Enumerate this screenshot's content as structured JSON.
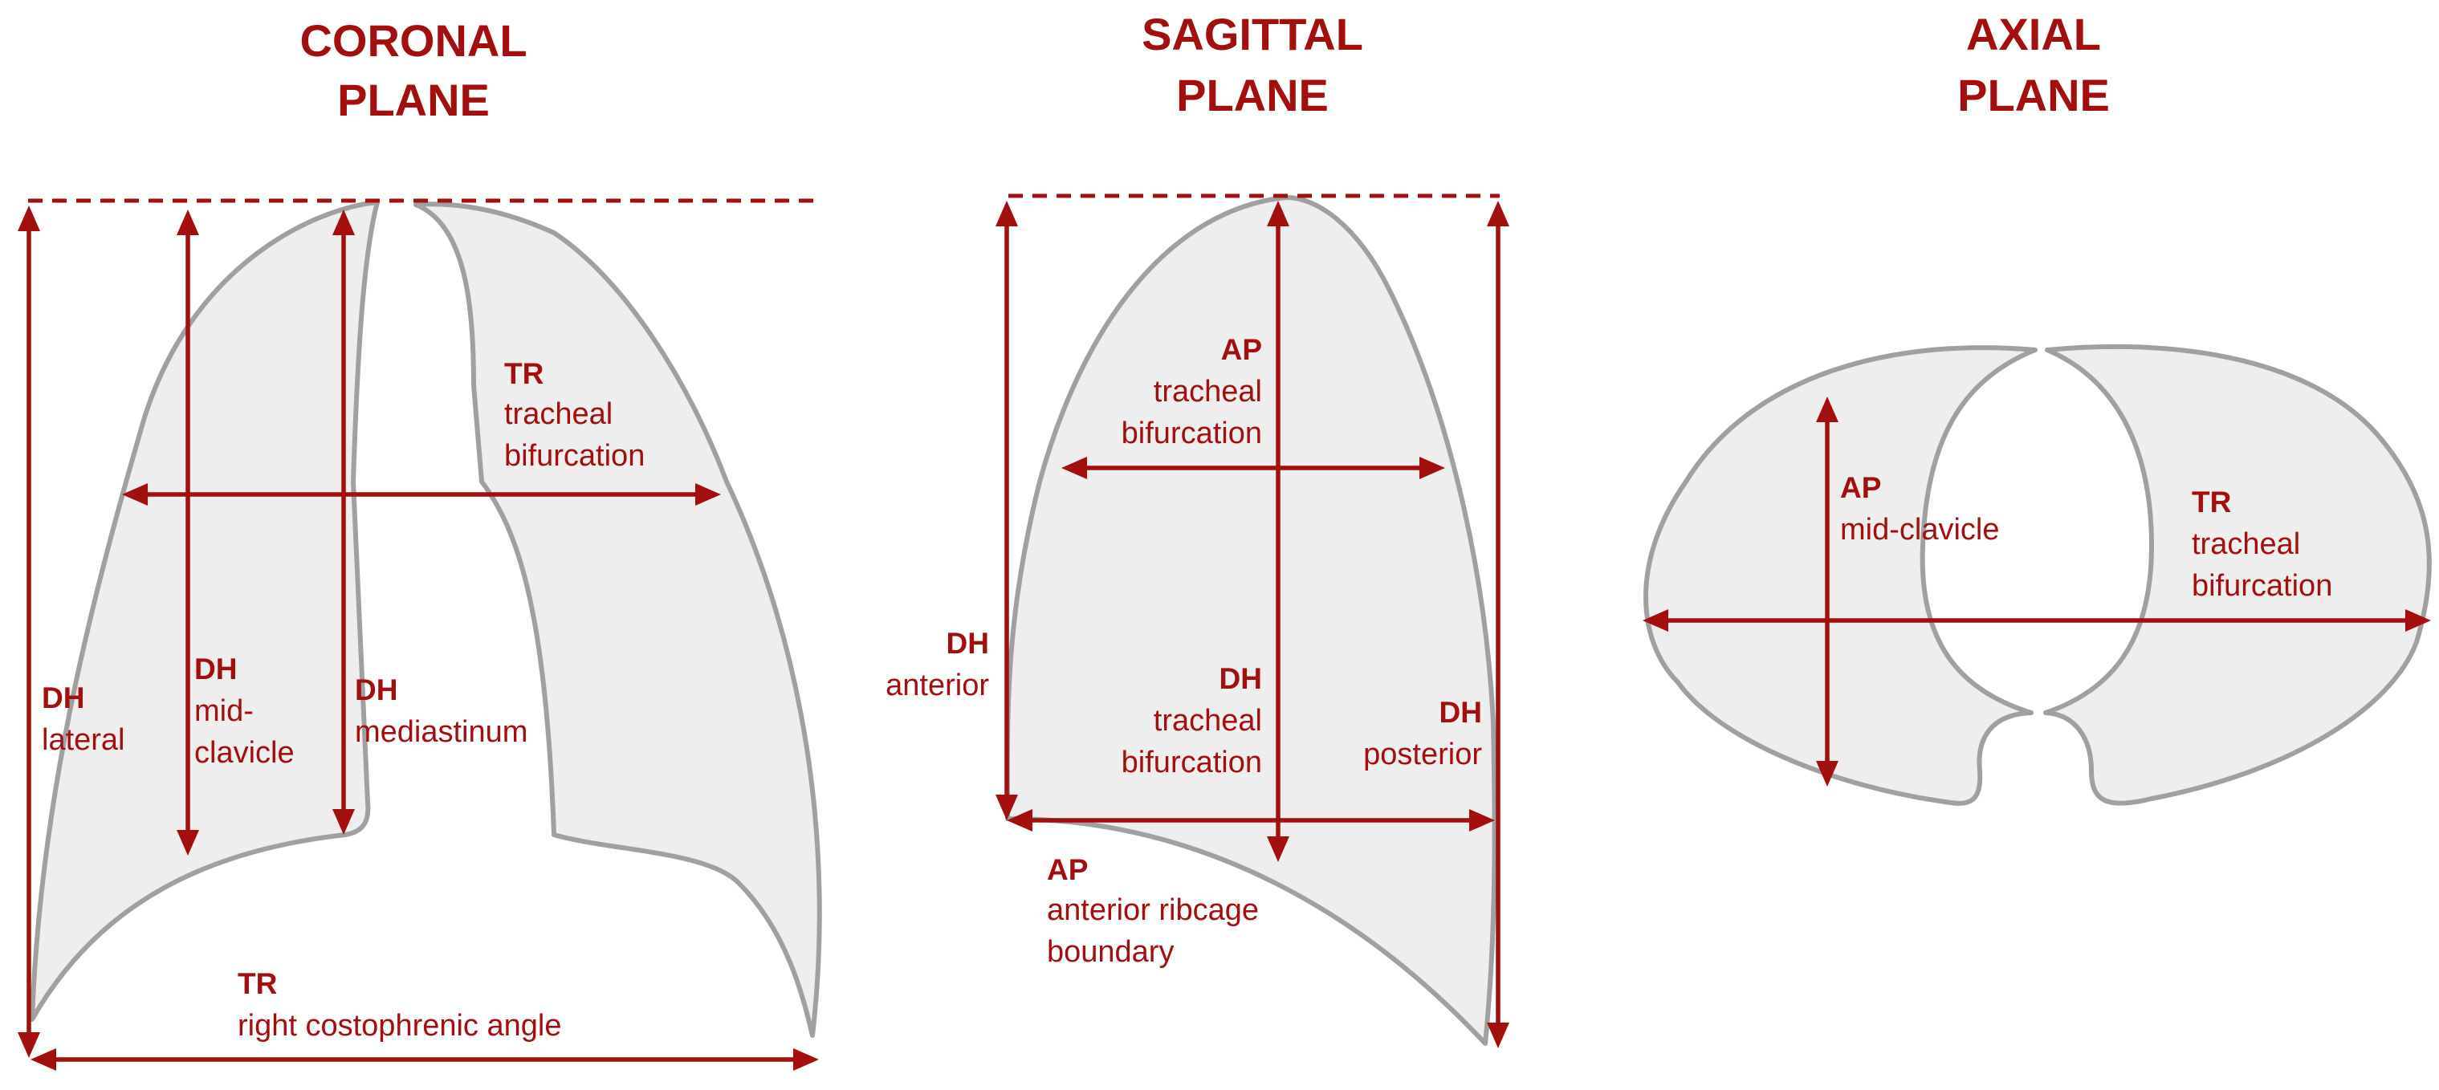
{
  "titles": {
    "coronal": [
      "CORONAL",
      "PLANE"
    ],
    "sagittal": [
      "SAGITTAL",
      "PLANE"
    ],
    "axial": [
      "AXIAL",
      "PLANE"
    ]
  },
  "labels": {
    "coronal_tr_trachea": {
      "code": "TR",
      "lines": [
        "tracheal",
        "bifurcation"
      ]
    },
    "coronal_dh_lateral": {
      "code": "DH",
      "lines": [
        "lateral"
      ]
    },
    "coronal_dh_midclavicle": {
      "code": "DH",
      "lines": [
        "mid-",
        "clavicle"
      ]
    },
    "coronal_dh_mediastinum": {
      "code": "DH",
      "lines": [
        "mediastinum"
      ]
    },
    "coronal_tr_costophrenic": {
      "code": "TR",
      "lines": [
        "right costophrenic angle"
      ]
    },
    "sagittal_ap_trachea": {
      "code": "AP",
      "lines": [
        "tracheal",
        "bifurcation"
      ]
    },
    "sagittal_dh_anterior": {
      "code": "DH",
      "lines": [
        "anterior"
      ]
    },
    "sagittal_dh_trachea": {
      "code": "DH",
      "lines": [
        "tracheal",
        "bifurcation"
      ]
    },
    "sagittal_dh_posterior": {
      "code": "DH",
      "lines": [
        "posterior"
      ]
    },
    "sagittal_ap_ribcage": {
      "code": "AP",
      "lines": [
        "anterior ribcage",
        "boundary"
      ]
    },
    "axial_ap_midclavicle": {
      "code": "AP",
      "lines": [
        "mid-clavicle"
      ]
    },
    "axial_tr_trachea": {
      "code": "TR",
      "lines": [
        "tracheal",
        "bifurcation"
      ]
    }
  },
  "colors": {
    "accent": "#a30f0f",
    "lung_fill": "#eeeeee",
    "lung_outline": "#a0a0a0"
  }
}
